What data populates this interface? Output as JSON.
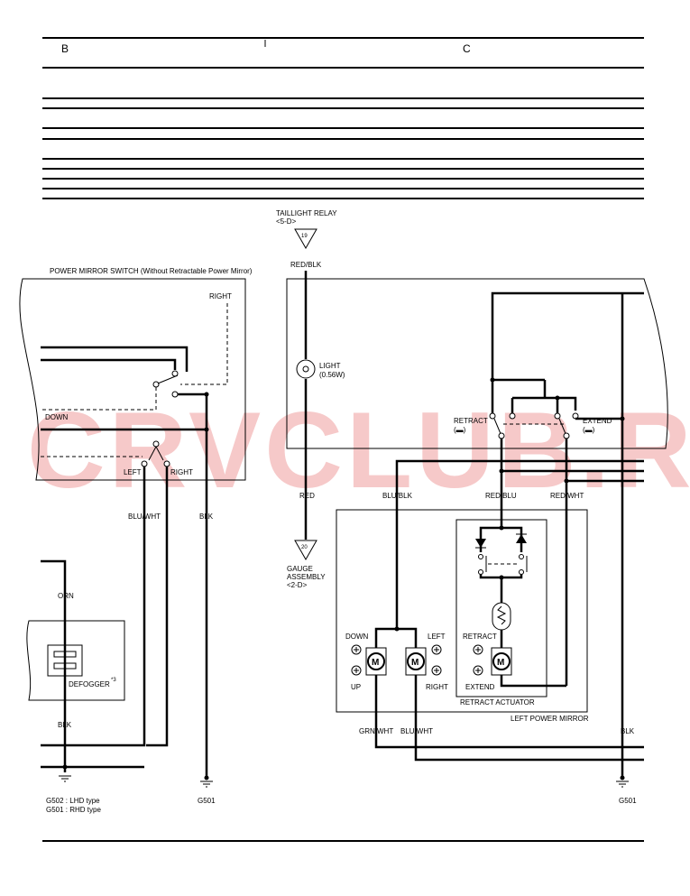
{
  "header": {
    "col_b": "B",
    "col_c": "C"
  },
  "watermark": "CRVCLUB.RU",
  "taillight_relay": {
    "title": "TAILLIGHT RELAY",
    "connector": "<5-D>",
    "pin": "19"
  },
  "wires": {
    "red_blk": "RED/BLK",
    "red": "RED",
    "blu_blk": "BLU/BLK",
    "red_blu": "RED/BLU",
    "red_wht": "RED/WHT",
    "blu_wht_switch": "BLU/WHT",
    "blk_switch": "BLK",
    "orn": "ORN",
    "blk_defogger": "BLK",
    "grn_wht": "GRN/WHT",
    "blu_wht_mirror": "BLU/WHT",
    "blk_right": "BLK"
  },
  "power_mirror_switch": {
    "title": "POWER MIRROR SWITCH (Without Retractable Power Mirror)",
    "right_top": "RIGHT",
    "down": "DOWN",
    "left": "LEFT",
    "right_bottom": "RIGHT"
  },
  "light": {
    "label": "LIGHT",
    "rating": "(0.56W)"
  },
  "retract_switch": {
    "retract": "RETRACT",
    "retract_symbol": "(▬)",
    "extend": "EXTEND",
    "extend_symbol": "(▬)"
  },
  "gauge": {
    "pin": "20",
    "line1": "GAUGE",
    "line2": "ASSEMBLY",
    "connector": "<2-D>"
  },
  "left_power_mirror": {
    "title": "LEFT POWER MIRROR",
    "down": "DOWN",
    "up": "UP",
    "left": "LEFT",
    "right": "RIGHT",
    "motor": "M"
  },
  "retract_actuator": {
    "title": "RETRACT ACTUATOR",
    "retract": "RETRACT",
    "extend": "EXTEND",
    "motor": "M"
  },
  "defogger": {
    "label": "DEFOGGER",
    "note": "*3"
  },
  "grounds": {
    "left_line1": "G502 : LHD type",
    "left_line2": "G501 : RHD type",
    "middle": "G501",
    "right": "G501"
  }
}
